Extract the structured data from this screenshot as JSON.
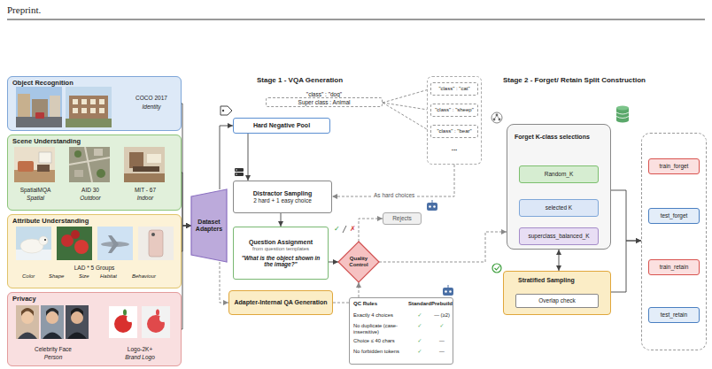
{
  "diagram": {
    "nodes": [
      {
        "text": [
          "Object Recognition",
          "COCO 2017",
          "Identity"
        ]
      },
      {
        "text": [
          "Scene Understanding",
          "SpatialMQA",
          "Spatial",
          "AID 30",
          "Outdoor",
          "MIT - 67",
          "Indoor"
        ]
      },
      {
        "text": [
          "Attribute Understanding",
          "LAD * 5 Groups",
          "Color",
          "Shape",
          "Size",
          "Habitat",
          "Behaviour"
        ]
      },
      {
        "text": [
          "Privacy",
          "Celebrity Face",
          "Person",
          "Logo-2K+",
          "Brand Logo"
        ]
      },
      {
        "text": [
          "Dataset Adapters"
        ]
      },
      {
        "text": [
          "Hard Negative Pool"
        ]
      },
      {
        "text": [
          "\"class\" : \"dog\"",
          "Super class : Animal"
        ]
      },
      {
        "text": [
          "..."
        ]
      },
      {
        "text": [
          "\"class\" : \"cat\""
        ],
        "in": 7
      },
      {
        "text": [
          "\"class\" : \"sheep\""
        ],
        "in": 7
      },
      {
        "text": [
          "\"class\" : \"bear\""
        ],
        "in": 7
      },
      {
        "text": [
          "Distractor Sampling",
          "2 hard + 1 easy choice"
        ]
      },
      {
        "text": [
          "Question Assignment",
          "from question templates",
          "\"What is the object shown in the image?\""
        ]
      },
      {
        "text": [
          "Adapter-Internal QA Generation"
        ]
      },
      {
        "text": [
          "Quality Control"
        ]
      },
      {
        "text": [
          "Rejects"
        ]
      },
      {
        "text": [
          "QC Rules",
          "Standard",
          "Prebuild",
          "Exactly 4 choices",
          "✓",
          "— (≥2)",
          "No duplicate (case-insensitive)",
          "✓",
          "✓",
          "Choice ≤ 40 chars",
          "✓",
          "—",
          "No forbidden tokens",
          "✓",
          "—"
        ]
      },
      {
        "text": [
          "Forget K-class selections"
        ]
      },
      {
        "text": [
          "Random_K"
        ],
        "in": 17
      },
      {
        "text": [
          "selected K"
        ],
        "in": 17
      },
      {
        "text": [
          "superclass_balanced_K"
        ],
        "in": 17
      },
      {
        "text": [
          "Stratified Sampling"
        ]
      },
      {
        "text": [
          "Overlap check"
        ],
        "in": 21
      },
      {
        "text": []
      },
      {
        "text": [
          "train_forget"
        ],
        "in": 23
      },
      {
        "text": [
          "test_forget"
        ],
        "in": 23
      },
      {
        "text": [
          "train_retain"
        ],
        "in": 23
      },
      {
        "text": [
          "test_retain"
        ],
        "in": 23
      }
    ],
    "edges": [
      {
        "from": 0,
        "to": 4,
        "arrow": "to"
      },
      {
        "from": 1,
        "to": 4,
        "arrow": "to"
      },
      {
        "from": 2,
        "to": 4,
        "arrow": "to"
      },
      {
        "from": 3,
        "to": 4,
        "arrow": "to"
      },
      {
        "from": 4,
        "to": 5,
        "arrow": "to"
      },
      {
        "from": 4,
        "to": 13,
        "arrow": "to"
      },
      {
        "from": 5,
        "to": 11,
        "arrow": "to"
      },
      {
        "from": 6,
        "to": 8,
        "arrow": "none"
      },
      {
        "from": 6,
        "to": 9,
        "arrow": "none"
      },
      {
        "from": 6,
        "to": 10,
        "arrow": "none"
      },
      {
        "from": 7,
        "to": 11,
        "label": "As hard choices",
        "arrow": "to"
      },
      {
        "from": 11,
        "to": 12,
        "arrow": "to"
      },
      {
        "from": 12,
        "to": 14,
        "arrow": "to"
      },
      {
        "from": 13,
        "to": 14,
        "arrow": "to"
      },
      {
        "from": 14,
        "to": 15,
        "arrow": "to"
      },
      {
        "from": 14,
        "to": 17,
        "arrow": "to"
      },
      {
        "from": 17,
        "to": 21,
        "arrow": "both"
      },
      {
        "from": 17,
        "to": 23,
        "arrow": "to"
      },
      {
        "from": 21,
        "to": 23,
        "arrow": "to"
      }
    ],
    "labels": [
      "Preprint.",
      "Stage 1 - VQA Generation",
      "Stage 2 - Forget/ Retain Split Construction",
      "✓",
      "✗"
    ]
  }
}
